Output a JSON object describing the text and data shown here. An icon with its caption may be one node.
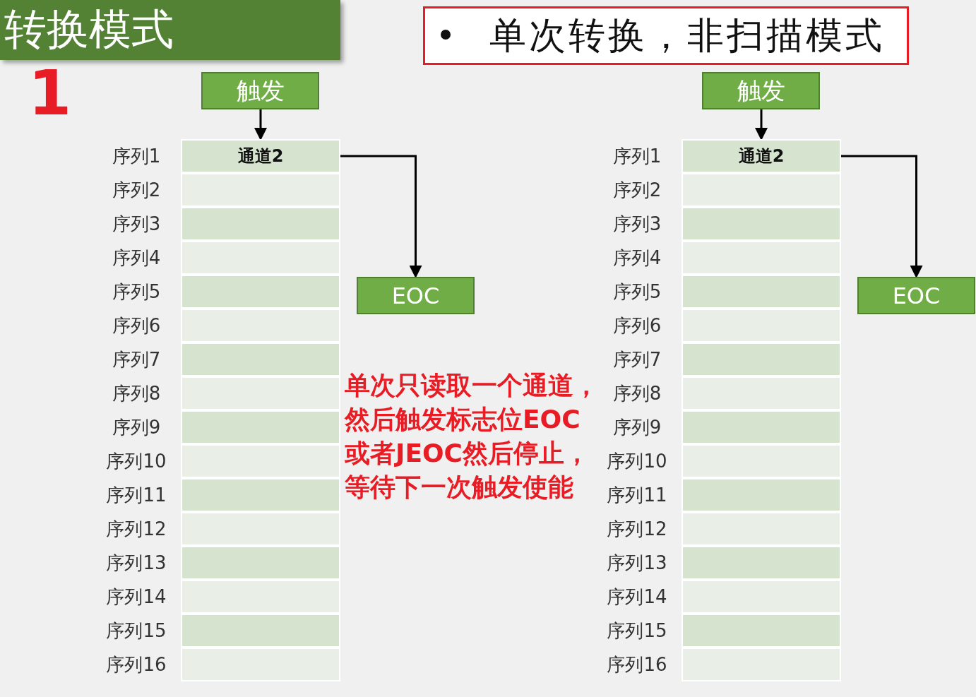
{
  "diagram": {
    "nodes": [
      {
        "text": [
          "转换模式"
        ]
      },
      {
        "text": [
          "单次转换，非扫描模式"
        ]
      },
      {
        "text": [
          "触发"
        ]
      },
      {
        "text": [
          "通道2"
        ],
        "beside": [
          "序列1"
        ]
      },
      {
        "text": [],
        "shape": "box",
        "beside": [
          "序列2"
        ]
      },
      {
        "text": [],
        "shape": "box",
        "beside": [
          "序列3"
        ]
      },
      {
        "text": [],
        "shape": "box",
        "beside": [
          "序列4"
        ]
      },
      {
        "text": [],
        "shape": "box",
        "beside": [
          "序列5"
        ]
      },
      {
        "text": [],
        "shape": "box",
        "beside": [
          "序列6"
        ]
      },
      {
        "text": [],
        "shape": "box",
        "beside": [
          "序列7"
        ]
      },
      {
        "text": [],
        "shape": "box",
        "beside": [
          "序列8"
        ]
      },
      {
        "text": [],
        "shape": "box",
        "beside": [
          "序列9"
        ]
      },
      {
        "text": [],
        "shape": "box",
        "beside": [
          "序列10"
        ]
      },
      {
        "text": [],
        "shape": "box",
        "beside": [
          "序列11"
        ]
      },
      {
        "text": [],
        "shape": "box",
        "beside": [
          "序列12"
        ]
      },
      {
        "text": [],
        "shape": "box",
        "beside": [
          "序列13"
        ]
      },
      {
        "text": [],
        "shape": "box",
        "beside": [
          "序列14"
        ]
      },
      {
        "text": [],
        "shape": "box",
        "beside": [
          "序列15"
        ]
      },
      {
        "text": [],
        "shape": "box",
        "beside": [
          "序列16"
        ]
      },
      {
        "text": [
          "EOC"
        ]
      },
      {
        "text": [
          "触发"
        ]
      },
      {
        "text": [
          "通道2"
        ],
        "beside": [
          "序列1"
        ]
      },
      {
        "text": [],
        "shape": "box",
        "beside": [
          "序列2"
        ]
      },
      {
        "text": [],
        "shape": "box",
        "beside": [
          "序列3"
        ]
      },
      {
        "text": [],
        "shape": "box",
        "beside": [
          "序列4"
        ]
      },
      {
        "text": [],
        "shape": "box",
        "beside": [
          "序列5"
        ]
      },
      {
        "text": [],
        "shape": "box",
        "beside": [
          "序列6"
        ]
      },
      {
        "text": [],
        "shape": "box",
        "beside": [
          "序列7"
        ]
      },
      {
        "text": [],
        "shape": "box",
        "beside": [
          "序列8"
        ]
      },
      {
        "text": [],
        "shape": "box",
        "beside": [
          "序列9"
        ]
      },
      {
        "text": [],
        "shape": "box",
        "beside": [
          "序列10"
        ]
      },
      {
        "text": [],
        "shape": "box",
        "beside": [
          "序列11"
        ]
      },
      {
        "text": [],
        "shape": "box",
        "beside": [
          "序列12"
        ]
      },
      {
        "text": [],
        "shape": "box",
        "beside": [
          "序列13"
        ]
      },
      {
        "text": [],
        "shape": "box",
        "beside": [
          "序列14"
        ]
      },
      {
        "text": [],
        "shape": "box",
        "beside": [
          "序列15"
        ]
      },
      {
        "text": [],
        "shape": "box",
        "beside": [
          "序列16"
        ]
      },
      {
        "text": [
          "EOC"
        ]
      }
    ],
    "edges": [
      {
        "from": 2,
        "to": 3,
        "arrow": "to"
      },
      {
        "from": 3,
        "to": 19,
        "arrow": "to"
      },
      {
        "from": 20,
        "to": 21,
        "arrow": "to"
      },
      {
        "from": 21,
        "to": 37,
        "arrow": "to"
      }
    ],
    "labels": [
      "1",
      "单次只读取一个通道，然后触发标志位EOC或者JEOC然后停止，等待下一次触发使能"
    ]
  }
}
